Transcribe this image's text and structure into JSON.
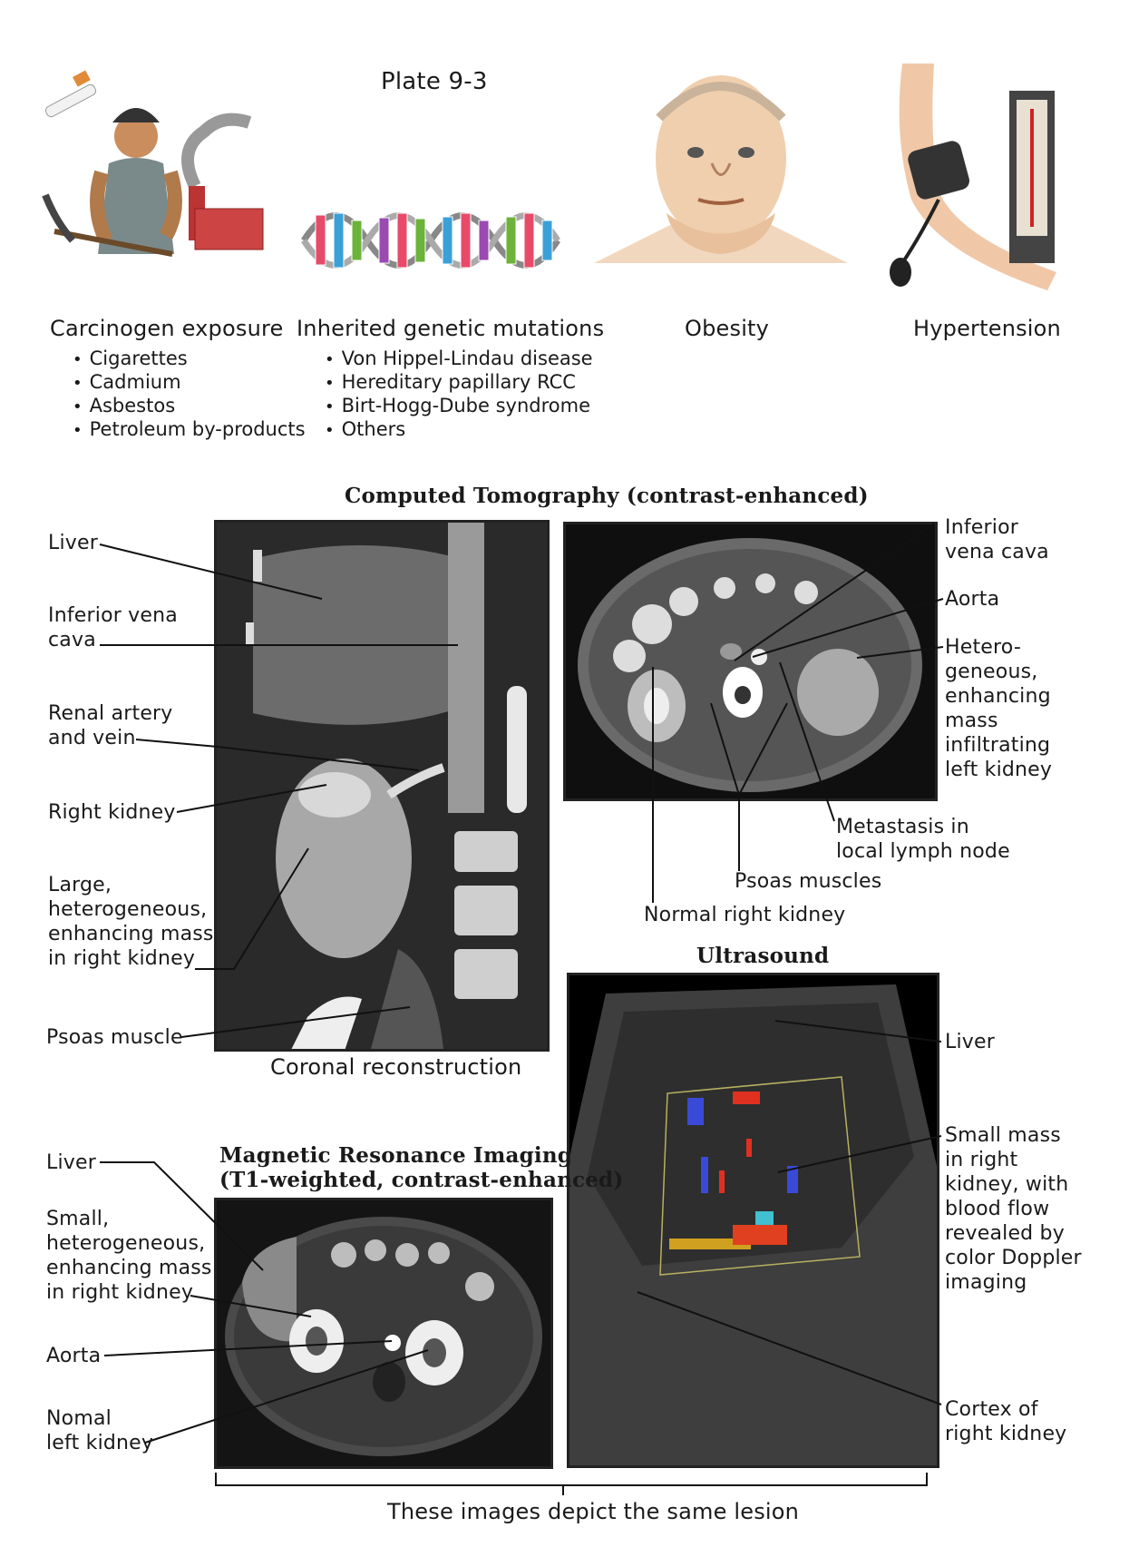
{
  "plate_title": "Plate 9-3",
  "risk_factors": [
    {
      "title": "Carcinogen exposure",
      "items": [
        "Cigarettes",
        "Cadmium",
        "Asbestos",
        "Petroleum by-products"
      ]
    },
    {
      "title": "Inherited genetic mutations",
      "items": [
        "Von Hippel-Lindau disease",
        "Hereditary papillary RCC",
        "Birt-Hogg-Dube syndrome",
        "Others"
      ]
    },
    {
      "title": "Obesity",
      "items": []
    },
    {
      "title": "Hypertension",
      "items": []
    }
  ],
  "ct": {
    "heading": "Computed Tomography (contrast-enhanced)",
    "coronal_caption": "Coronal reconstruction",
    "coronal_labels": {
      "liver": "Liver",
      "ivc": "Inferior vena\ncava",
      "renal": "Renal artery\nand vein",
      "right_kidney": "Right kidney",
      "mass": "Large,\nheterogeneous,\nenhancing mass\nin right kidney",
      "psoas": "Psoas muscle"
    },
    "axial_labels": {
      "ivc": "Inferior\nvena cava",
      "aorta": "Aorta",
      "mass": "Hetero-\ngeneous,\nenhancing\nmass\ninfiltrating\nleft kidney",
      "node": "Metastasis in\nlocal lymph node",
      "psoas": "Psoas muscles",
      "normal_kidney": "Normal right kidney"
    }
  },
  "us": {
    "heading": "Ultrasound",
    "labels": {
      "liver": "Liver",
      "mass": "Small mass\nin right\nkidney, with\nblood flow\nrevealed by\ncolor Doppler\nimaging",
      "cortex": "Cortex of\nright kidney"
    }
  },
  "mri": {
    "heading": "Magnetic Resonance Imaging\n(T1-weighted, contrast-enhanced)",
    "labels": {
      "liver": "Liver",
      "mass": "Small,\nheterogeneous,\nenhancing mass\nin right kidney",
      "aorta": "Aorta",
      "left_kidney": "Nomal\nleft kidney"
    }
  },
  "footer": "These images depict the same lesion"
}
